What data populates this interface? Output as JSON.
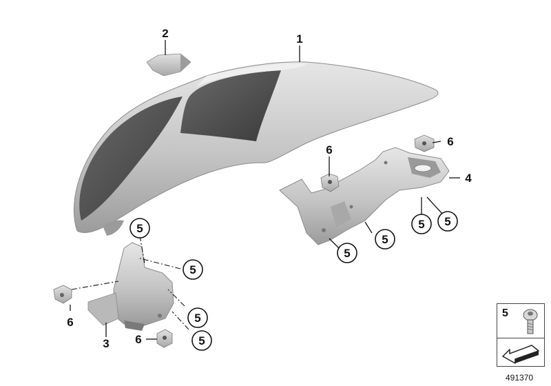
{
  "callouts": {
    "part_1": "1",
    "part_2": "2",
    "part_3": "3",
    "part_4": "4",
    "part_5": "5",
    "part_6": "6"
  },
  "reference_box": {
    "part_number": "5",
    "screw_icon": "screw-icon",
    "arrow_icon": "arrow-icon"
  },
  "diagram_number": "491370",
  "colors": {
    "part_body": "#c9c9c9",
    "part_shadow": "#9a9a9a",
    "part_highlight": "#ececec",
    "panel_dark": "#4f4f4f",
    "line": "#111111"
  }
}
